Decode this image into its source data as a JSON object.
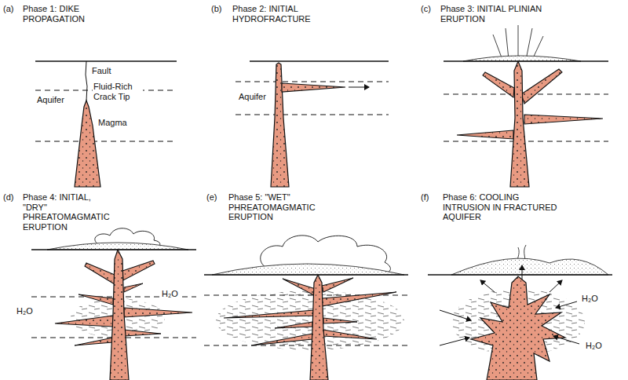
{
  "diagram": {
    "labels": [
      "(a)",
      "Phase 1: DIKE PROPAGATION",
      "Fault",
      "Fluid-Rich Crack Tip",
      "Aquifer",
      "Magma",
      "(b)",
      "Phase 2: INITIAL HYDROFRACTURE",
      "Aquifer",
      "(c)",
      "Phase 3: INITIAL PLINIAN ERUPTION",
      "(d)",
      "Phase 4: INITIAL, \"DRY\" PHREATOMAGMATIC ERUPTION",
      "H₂O",
      "H₂O",
      "(e)",
      "Phase 5: \"WET\" PHREATOMAGMATIC ERUPTION",
      "(f)",
      "Phase 6: COOLING INTRUSION IN FRACTURED AQUIFER",
      "H₂O",
      "H₂O"
    ]
  }
}
